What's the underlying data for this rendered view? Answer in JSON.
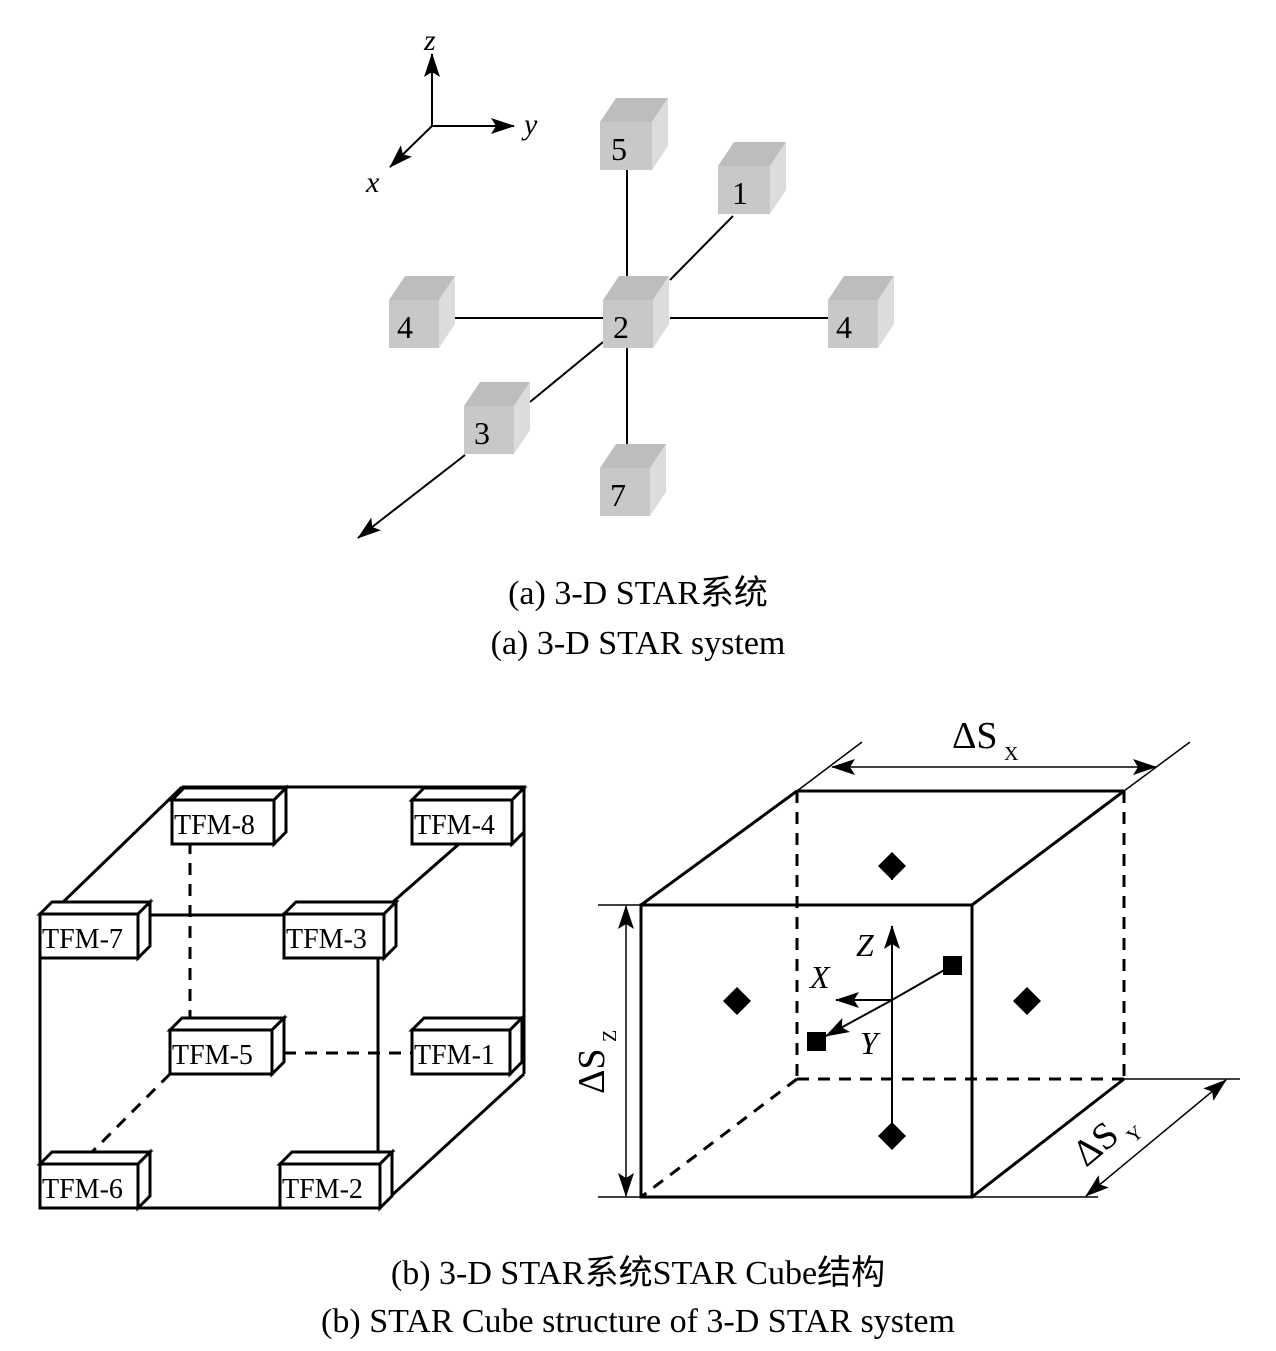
{
  "panel_a": {
    "axes": {
      "z": "z",
      "y": "y",
      "x": "x"
    },
    "nodes": {
      "n5": "5",
      "n1": "1",
      "n4_left": "4",
      "n2": "2",
      "n4_right": "4",
      "n3": "3",
      "n7": "7"
    },
    "caption_cn": "(a) 3-D STAR系统",
    "caption_en": "(a) 3-D STAR system"
  },
  "panel_b": {
    "tfm": {
      "tfm8": "TFM-8",
      "tfm4": "TFM-4",
      "tfm7": "TFM-7",
      "tfm3": "TFM-3",
      "tfm5": "TFM-5",
      "tfm1": "TFM-1",
      "tfm6": "TFM-6",
      "tfm2": "TFM-2"
    },
    "dims": {
      "delta": "ΔS",
      "sub_x": "X",
      "sub_y": "Y",
      "sub_z": "Z"
    },
    "axis_labels": {
      "Z": "Z",
      "X": "X",
      "Y": "Y"
    },
    "caption_cn": "(b) 3-D STAR系统STAR Cube结构",
    "caption_en": "(b) STAR Cube structure of 3-D STAR system"
  },
  "colors": {
    "block_front": "#c8c8c8",
    "block_top": "#bdbdbd",
    "block_side": "#dcdcdc",
    "line": "#000000"
  }
}
